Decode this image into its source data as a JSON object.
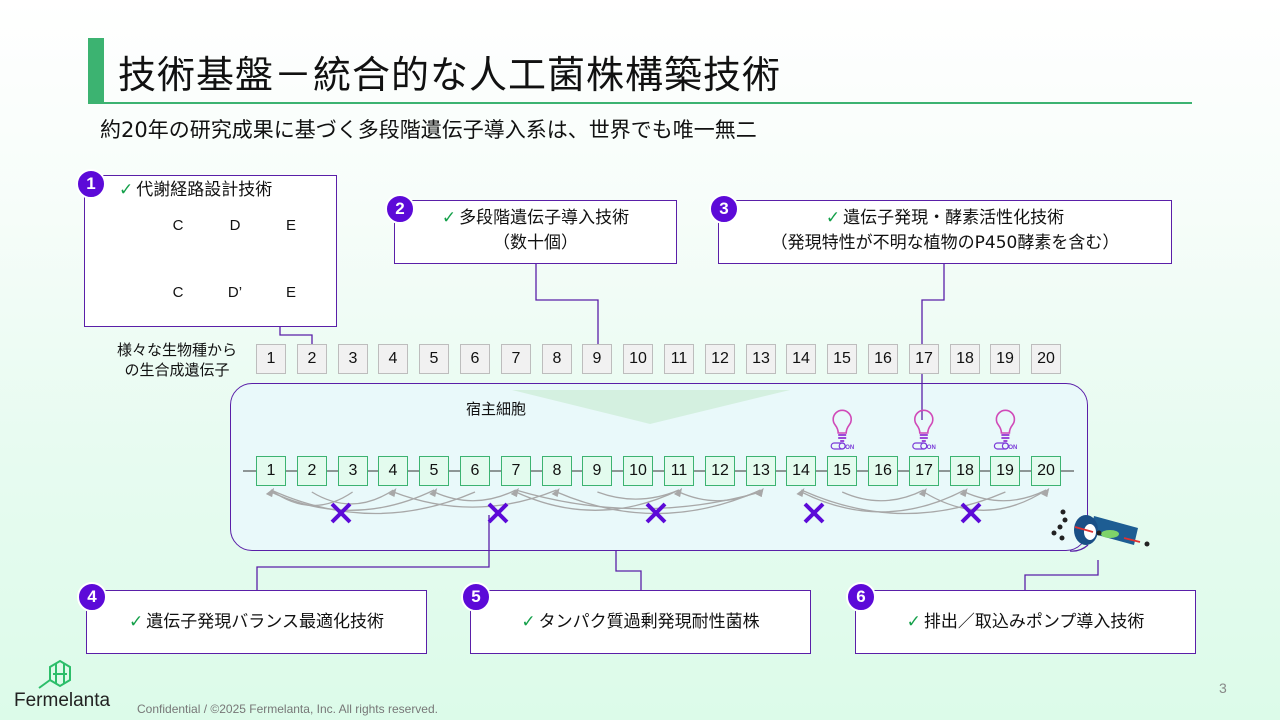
{
  "slide": {
    "title": "技術基盤－統合的な人工菌株構築技術",
    "subtitle": "約20年の研究成果に基づく多段階遺伝子導入系は、世界でも唯一無二",
    "page_number": "3",
    "footer": "Confidential / ©2025 Fermelanta, Inc. All rights reserved.",
    "logo_text": "Fermelanta"
  },
  "colors": {
    "accent_green": "#3cb371",
    "accent_purple": "#5c0ad8",
    "border_purple": "#5a1fa8",
    "check_green": "#14a04a"
  },
  "callouts": [
    {
      "number": "1",
      "check": "✓",
      "line1": "代謝経路設計技術",
      "line2": ""
    },
    {
      "number": "2",
      "check": "✓",
      "line1": "多段階遺伝子導入技術",
      "line2": "（数十個）"
    },
    {
      "number": "3",
      "check": "✓",
      "line1": "遺伝子発現・酵素活性化技術",
      "line2": "（発現特性が不明な植物のP450酵素を含む）"
    },
    {
      "number": "4",
      "check": "✓",
      "line1": "遺伝子発現バランス最適化技術",
      "line2": ""
    },
    {
      "number": "5",
      "check": "✓",
      "line1": "タンパク質過剰発現耐性菌株",
      "line2": ""
    },
    {
      "number": "6",
      "check": "✓",
      "line1": "排出／取込みポンプ導入技術",
      "line2": ""
    }
  ],
  "pathway": {
    "plant_row": [
      "C",
      "D",
      "E"
    ],
    "microbe_row": [
      "C",
      "D’",
      "E"
    ]
  },
  "source_genes_label_1": "様々な生物種から",
  "source_genes_label_2": "の生合成遺伝子",
  "host_cell_label": "宿主細胞",
  "genes": [
    "1",
    "2",
    "3",
    "4",
    "5",
    "6",
    "7",
    "8",
    "9",
    "10",
    "11",
    "12",
    "13",
    "14",
    "15",
    "16",
    "17",
    "18",
    "19",
    "20"
  ],
  "switch_label": "ON",
  "expression_switch_genes": [
    "15",
    "17",
    "19"
  ],
  "icons": [
    "checkmark-icon",
    "plant-icon",
    "bacterium-icon",
    "enzyme-pacman-icon",
    "lightbulb-icon",
    "toggle-switch-icon",
    "cross-mark-icon",
    "membrane-pump-icon",
    "fermelanta-logo-icon"
  ]
}
